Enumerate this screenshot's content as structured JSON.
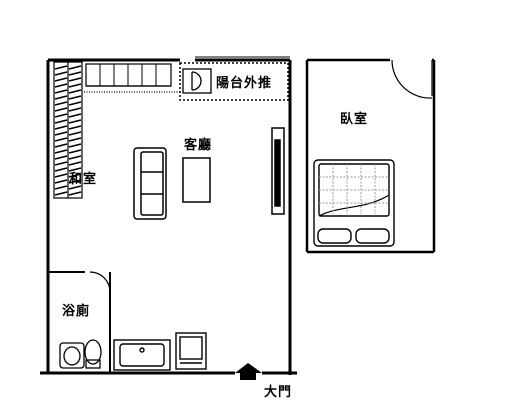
{
  "rooms": {
    "balcony": "陽台外推",
    "living": "客廳",
    "bedroom": "臥室",
    "japanese": "和室",
    "bath": "浴廁",
    "entrance": "大門"
  },
  "colors": {
    "wall": "#000000",
    "background": "#ffffff",
    "grid": "#999999"
  }
}
